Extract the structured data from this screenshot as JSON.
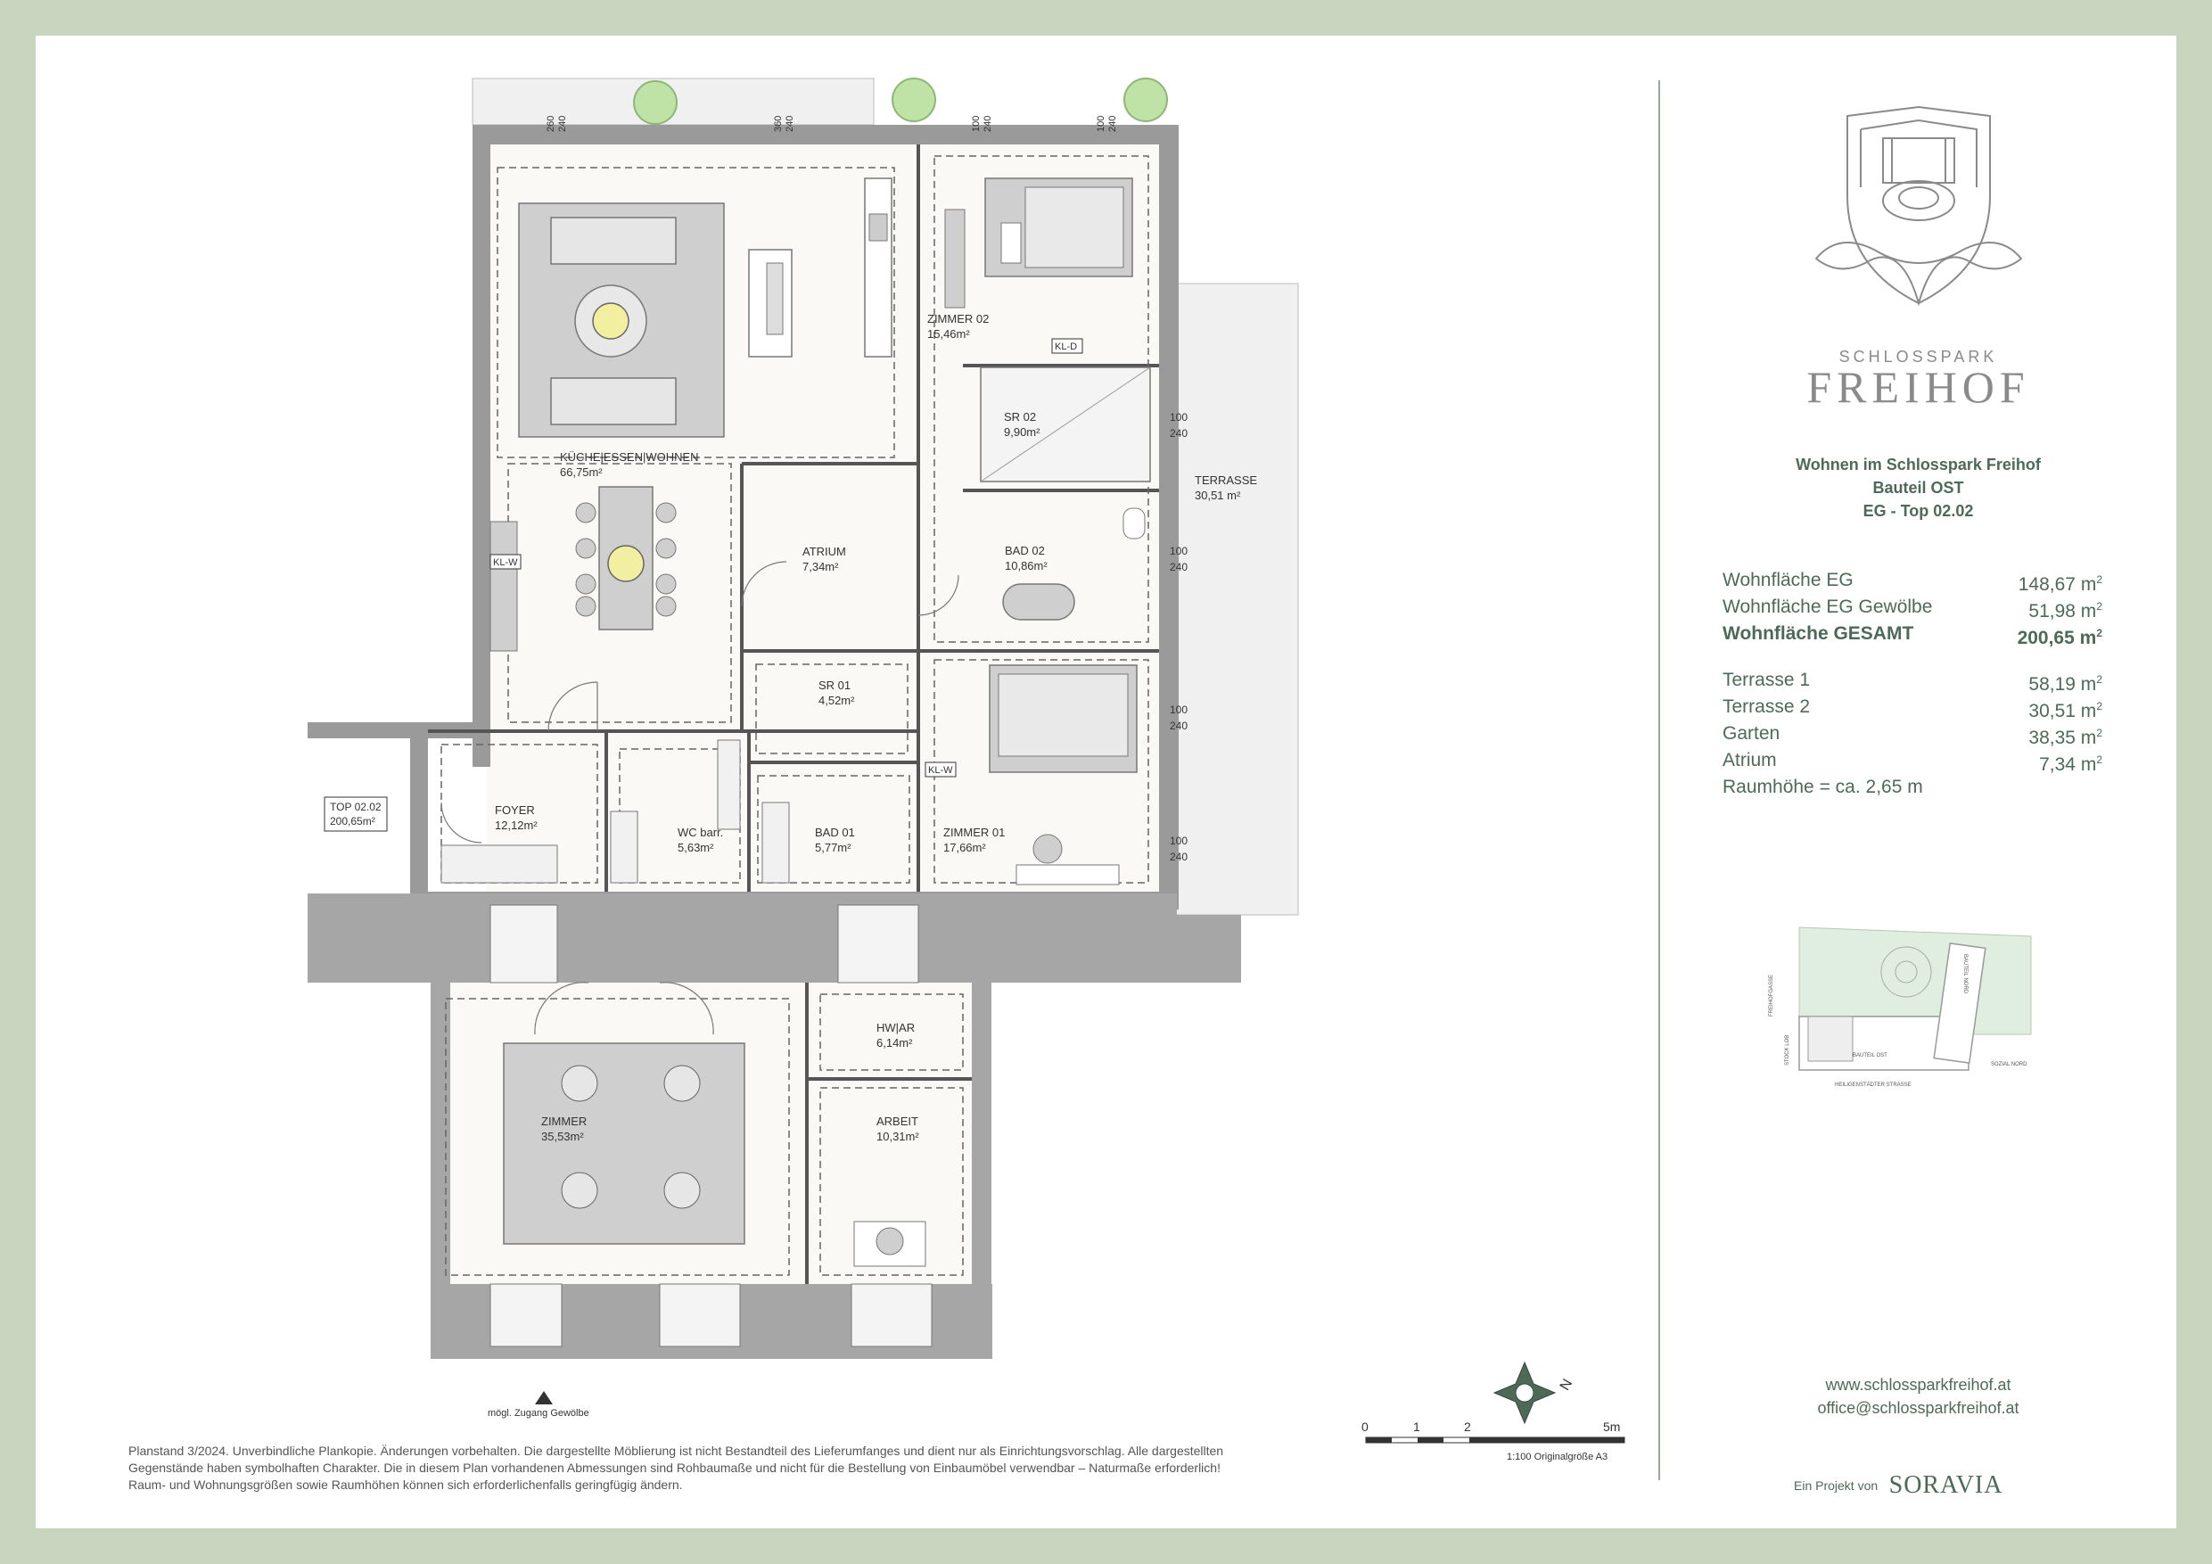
{
  "rooms": {
    "kueche": {
      "name": "KÜCHE|ESSEN|WOHNEN",
      "area": "66,75m²"
    },
    "atrium": {
      "name": "ATRIUM",
      "area": "7,34m²"
    },
    "zimmer02": {
      "name": "ZIMMER 02",
      "area": "15,46m²"
    },
    "sr02": {
      "name": "SR 02",
      "area": "9,90m²"
    },
    "bad02": {
      "name": "BAD 02",
      "area": "10,86m²"
    },
    "sr01": {
      "name": "SR 01",
      "area": "4,52m²"
    },
    "foyer": {
      "name": "FOYER",
      "area": "12,12m²"
    },
    "wc": {
      "name": "WC barr.",
      "area": "5,63m²"
    },
    "bad01": {
      "name": "BAD 01",
      "area": "5,77m²"
    },
    "zimmer01": {
      "name": "ZIMMER 01",
      "area": "17,66m²"
    },
    "terrasse": {
      "name": "TERRASSE",
      "area": "30,51 m²"
    },
    "zimmer_g": {
      "name": "ZIMMER",
      "area": "35,53m²"
    },
    "hwar": {
      "name": "HW|AR",
      "area": "6,14m²"
    },
    "arbeit": {
      "name": "ARBEIT",
      "area": "10,31m²"
    }
  },
  "unit_tag": {
    "name": "TOP 02.02",
    "area": "200,65m²"
  },
  "plan_labels": {
    "klw": "KL-W",
    "kld": "KL-D",
    "zugang": "mögl. Zugang Gewölbe",
    "north": "N",
    "scale_0": "0",
    "scale_1": "1",
    "scale_2": "2",
    "scale_5": "5m",
    "scale_note": "1:100 Originalgröße A3"
  },
  "window_dims": {
    "w1": [
      "260",
      "240"
    ],
    "w2": [
      "360",
      "240"
    ],
    "w3": [
      "100",
      "240"
    ],
    "w4": [
      "100",
      "240"
    ],
    "e1": [
      "100",
      "240"
    ],
    "e2": [
      "100",
      "240"
    ],
    "e3": [
      "100",
      "240"
    ],
    "e4": [
      "100",
      "240"
    ]
  },
  "brand": {
    "sub": "SCHLOSSPARK",
    "main": "FREIHOF"
  },
  "project": {
    "line1": "Wohnen im Schlosspark Freihof",
    "line2": "Bauteil OST",
    "line3": "EG - Top 02.02"
  },
  "areas": [
    {
      "label": "Wohnfläche EG",
      "value": "148,67 m",
      "bold": false
    },
    {
      "label": "Wohnfläche EG Gewölbe",
      "value": "51,98 m",
      "bold": false
    },
    {
      "label": "Wohnfläche GESAMT",
      "value": "200,65 m",
      "bold": true
    }
  ],
  "outdoor": [
    {
      "label": "Terrasse 1",
      "value": "58,19 m"
    },
    {
      "label": "Terrasse 2",
      "value": "30,51 m"
    },
    {
      "label": "Garten",
      "value": "38,35 m"
    },
    {
      "label": "Atrium",
      "value": "7,34 m"
    }
  ],
  "unit_sup": "2",
  "height": "Raumhöhe = ca. 2,65 m",
  "siteplan": {
    "bauteil": "BAUTEIL OST",
    "strasse": "HEILIGENSTÄDTER STRASSE",
    "freihofgasse": "FREIHOFGASSE",
    "bauteil_nord": "BAUTEIL NORD",
    "stock": "STOCK LOB",
    "sozial": "SOZIAL NORD"
  },
  "contact": {
    "web": "www.schlossparkfreihof.at",
    "mail": "office@schlossparkfreihof.at"
  },
  "footer": {
    "prefix": "Ein Projekt von",
    "company": "SORAVIA"
  },
  "disclaimer": [
    "Planstand 3/2024. Unverbindliche Plankopie. Änderungen vorbehalten. Die dargestellte Möblierung ist nicht Bestandteil des Lieferumfanges und dient nur als Einrichtungsvorschlag. Alle dargestellten",
    "Gegenstände haben symbolhaften Charakter. Die in diesem Plan vorhandenen Abmessungen sind Rohbaumaße und nicht für die Bestellung von Einbaumöbel verwendbar – Naturmaße erforderlich!",
    "Raum- und Wohnungsgrößen sowie Raumhöhen können sich erforderlichenfalls geringfügig ändern."
  ]
}
